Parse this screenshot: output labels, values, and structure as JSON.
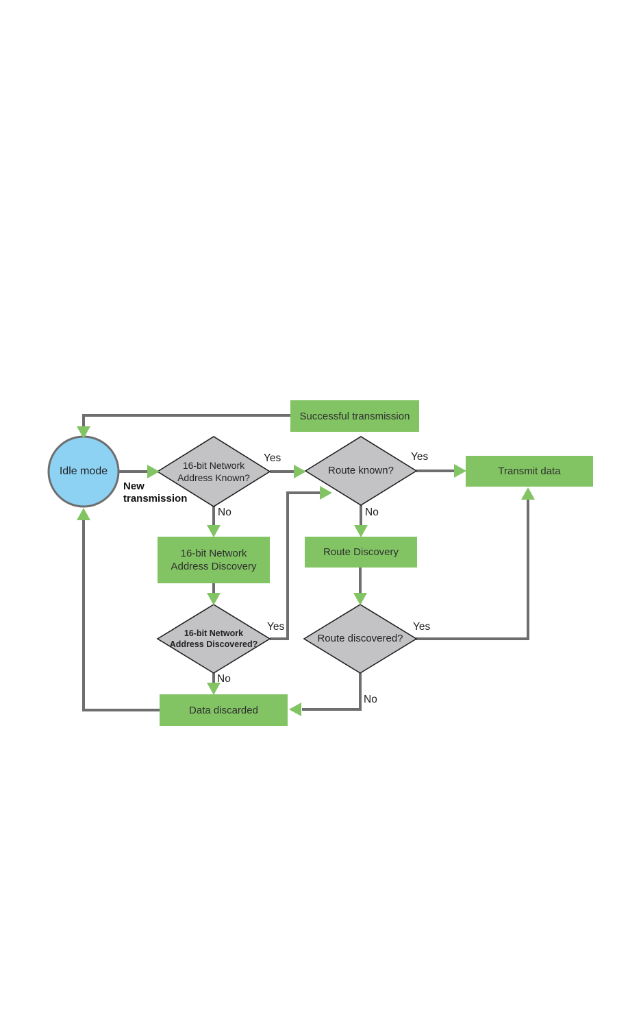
{
  "diagram": {
    "type": "flowchart",
    "nodes": {
      "successful_transmission": {
        "label": "Successful transmission",
        "shape": "rect",
        "color": "#82c464"
      },
      "idle_mode": {
        "label": "Idle mode",
        "shape": "circle",
        "color": "#8dd2f3"
      },
      "address_known": {
        "lines": [
          "16-bit Network",
          "Address Known?"
        ],
        "shape": "diamond",
        "color": "#c3c3c5"
      },
      "route_known": {
        "label": "Route known?",
        "shape": "diamond",
        "color": "#c3c3c5"
      },
      "transmit_data": {
        "label": "Transmit data",
        "shape": "rect",
        "color": "#82c464"
      },
      "address_discovery": {
        "lines": [
          "16-bit Network",
          "Address Discovery"
        ],
        "shape": "rect",
        "color": "#82c464"
      },
      "route_discovery": {
        "label": "Route Discovery",
        "shape": "rect",
        "color": "#82c464"
      },
      "address_discovered": {
        "lines": [
          "16-bit Network",
          "Address Discovered?"
        ],
        "shape": "diamond",
        "color": "#c3c3c5"
      },
      "route_discovered": {
        "label": "Route discovered?",
        "shape": "diamond",
        "color": "#c3c3c5"
      },
      "data_discarded": {
        "label": "Data discarded",
        "shape": "rect",
        "color": "#82c464"
      }
    },
    "edge_labels": {
      "new_transmission": "New transmission",
      "address_known_yes": "Yes",
      "address_known_no": "No",
      "route_known_yes": "Yes",
      "route_known_no": "No",
      "address_discovered_yes": "Yes",
      "address_discovered_no": "No",
      "route_discovered_yes": "Yes",
      "route_discovered_no": "No"
    },
    "edges": [
      {
        "from": "successful_transmission",
        "to": "idle_mode",
        "label": ""
      },
      {
        "from": "idle_mode",
        "to": "address_known",
        "label": "New transmission"
      },
      {
        "from": "address_known",
        "to": "route_known",
        "label": "Yes"
      },
      {
        "from": "address_known",
        "to": "address_discovery",
        "label": "No"
      },
      {
        "from": "route_known",
        "to": "transmit_data",
        "label": "Yes"
      },
      {
        "from": "route_known",
        "to": "route_discovery",
        "label": "No"
      },
      {
        "from": "address_discovery",
        "to": "address_discovered",
        "label": ""
      },
      {
        "from": "route_discovery",
        "to": "route_discovered",
        "label": ""
      },
      {
        "from": "address_discovered",
        "to": "route_known",
        "label": "Yes"
      },
      {
        "from": "address_discovered",
        "to": "data_discarded",
        "label": "No"
      },
      {
        "from": "route_discovered",
        "to": "transmit_data",
        "label": "Yes"
      },
      {
        "from": "route_discovered",
        "to": "data_discarded",
        "label": "No"
      },
      {
        "from": "data_discarded",
        "to": "idle_mode",
        "label": ""
      }
    ],
    "colors": {
      "node_green": "#82c464",
      "node_blue": "#8dd2f3",
      "node_gray": "#c3c3c5",
      "connector": "#6e6e6e",
      "diamond_border": "#1f1f1f",
      "background": "#ffffff"
    }
  }
}
